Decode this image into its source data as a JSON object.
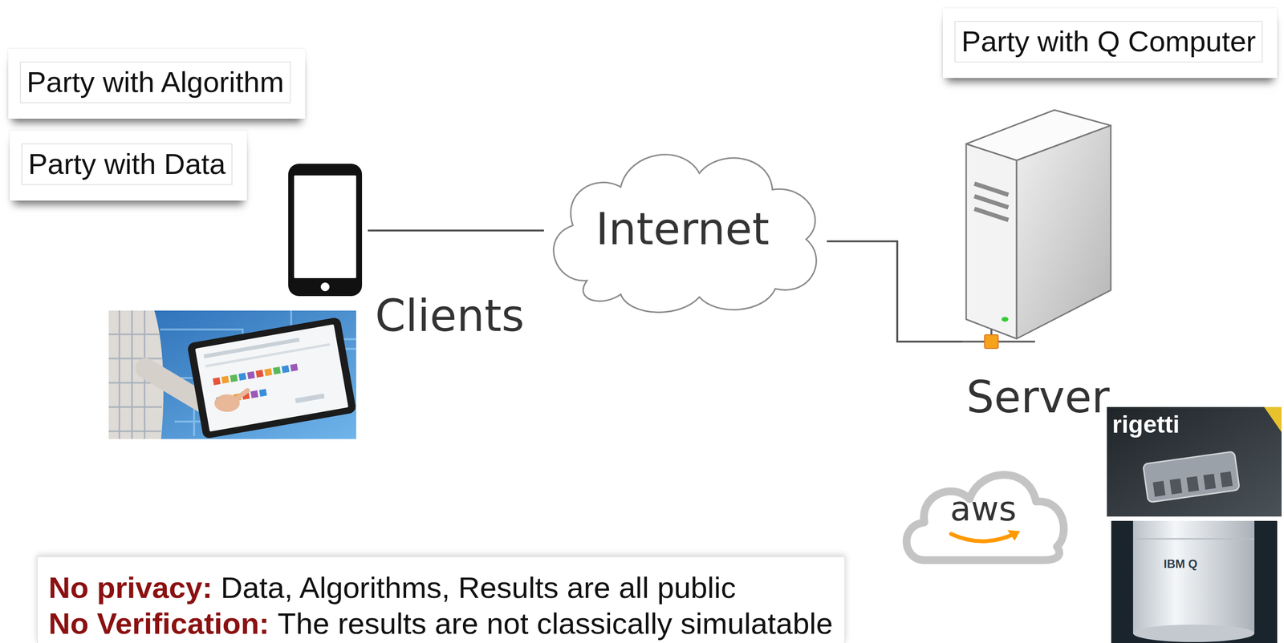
{
  "diagram": {
    "nodes": [
      {
        "text": [
          "Party with Algorithm"
        ]
      },
      {
        "text": [
          "Party with Q Computer"
        ]
      },
      {
        "text": [
          "Party with Data"
        ]
      },
      {
        "text": [
          "Clients"
        ]
      },
      {
        "text": [
          "Internet"
        ]
      },
      {
        "text": [
          "Server"
        ]
      },
      {
        "text": [
          "No privacy:",
          "Data, Algorithms, Results are all public",
          "No Verification:",
          "The results are not classically simulatable"
        ]
      }
    ],
    "edges": [
      {
        "from": 3,
        "to": 4,
        "arrow": "none"
      },
      {
        "from": 4,
        "to": 5,
        "arrow": "none"
      }
    ],
    "labels": [
      "aws",
      "rigetti",
      "IBM Q"
    ]
  }
}
